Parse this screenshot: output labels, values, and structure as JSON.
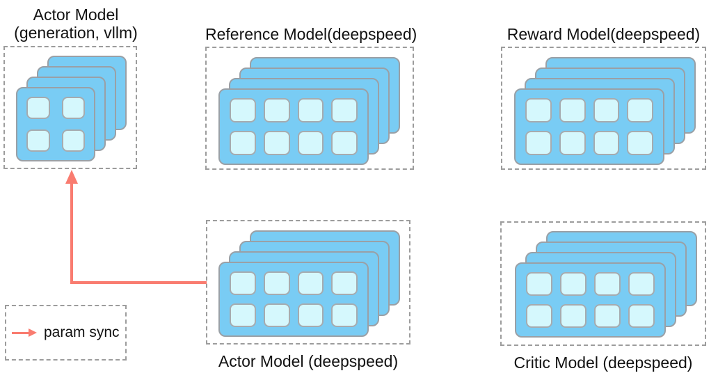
{
  "colors": {
    "card_fill": "#79ccf4",
    "card_border": "#9aa0a6",
    "cell_fill": "#d5f8fd",
    "cell_border": "#a6abaf",
    "box_border": "#9c9c9c",
    "arrow": "#f97c70",
    "text": "#111111",
    "background": "#ffffff"
  },
  "nodes": [
    {
      "name": "actor-model-generation",
      "title_line1": "Actor Model",
      "title_line2": "(generation, vllm)",
      "layers": 4,
      "rows": 2,
      "cols": 2
    },
    {
      "name": "reference-model",
      "title": "Reference Model(deepspeed)",
      "layers": 4,
      "rows": 2,
      "cols": 4
    },
    {
      "name": "reward-model",
      "title": "Reward Model(deepspeed)",
      "layers": 4,
      "rows": 2,
      "cols": 4
    },
    {
      "name": "actor-model-deepspeed",
      "title": "Actor Model (deepspeed)",
      "layers": 4,
      "rows": 2,
      "cols": 4
    },
    {
      "name": "critic-model",
      "title": "Critic Model (deepspeed)",
      "layers": 4,
      "rows": 2,
      "cols": 4
    }
  ],
  "legend": {
    "label": "param sync"
  }
}
